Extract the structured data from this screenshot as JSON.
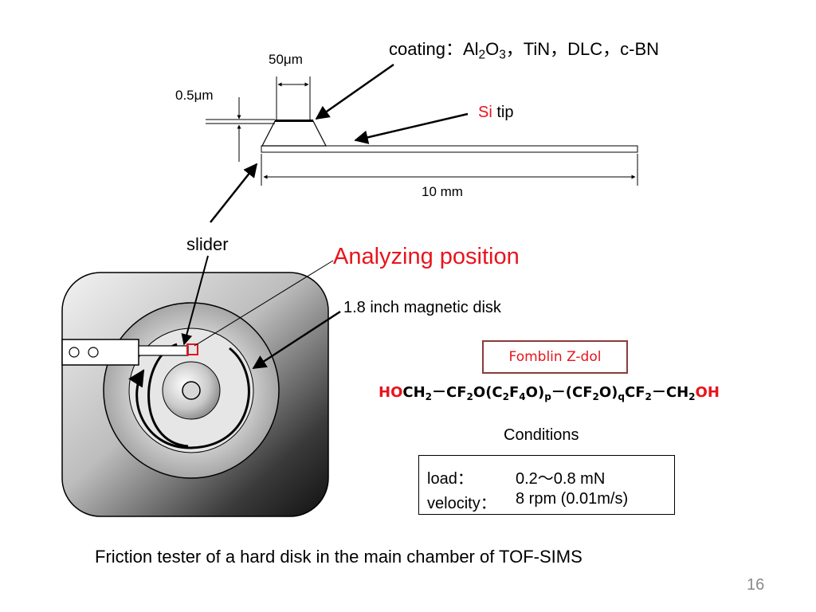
{
  "slide": {
    "coating": {
      "prefix": "coating：Al",
      "sub1": "2",
      "o": "O",
      "sub2": "3",
      "rest": "，TiN，DLC，c-BN"
    },
    "dim_50um": "50μm",
    "dim_05um": "0.5μm",
    "si_tip": {
      "si": "Si",
      "tip": " tip"
    },
    "dim_10mm": "10 mm",
    "slider": "slider",
    "analyzing_position": "Analyzing position",
    "magnetic_disk": "1.8 inch magnetic disk",
    "fomblin": "Fomblin Z-dol",
    "formula": {
      "ho": "HO",
      "ch": "CH",
      "n2a": "2",
      "dash1": "－CF",
      "n2b": "2",
      "o1": "O(C",
      "n2c": "2",
      "f": "F",
      "n4": "4",
      "o2": "O)",
      "p": "p",
      "dash2": "－(CF",
      "n2d": "2",
      "o3": "O)",
      "q": "q",
      "cf": "CF",
      "n2e": "2",
      "dash3": "－CH",
      "n2f": "2",
      "oh": "OH"
    },
    "conditions_title": "Conditions",
    "conditions": [
      {
        "label": "load：",
        "value": "0.2～0.8 mN"
      },
      {
        "label": "velocity：",
        "value": "8 rpm (0.01m/s)"
      }
    ],
    "caption": "Friction tester of a hard disk in the main chamber of TOF-SIMS",
    "page_number": "16"
  },
  "colors": {
    "accent_red": "#e8141c",
    "box_brown": "#8b3a3a"
  }
}
